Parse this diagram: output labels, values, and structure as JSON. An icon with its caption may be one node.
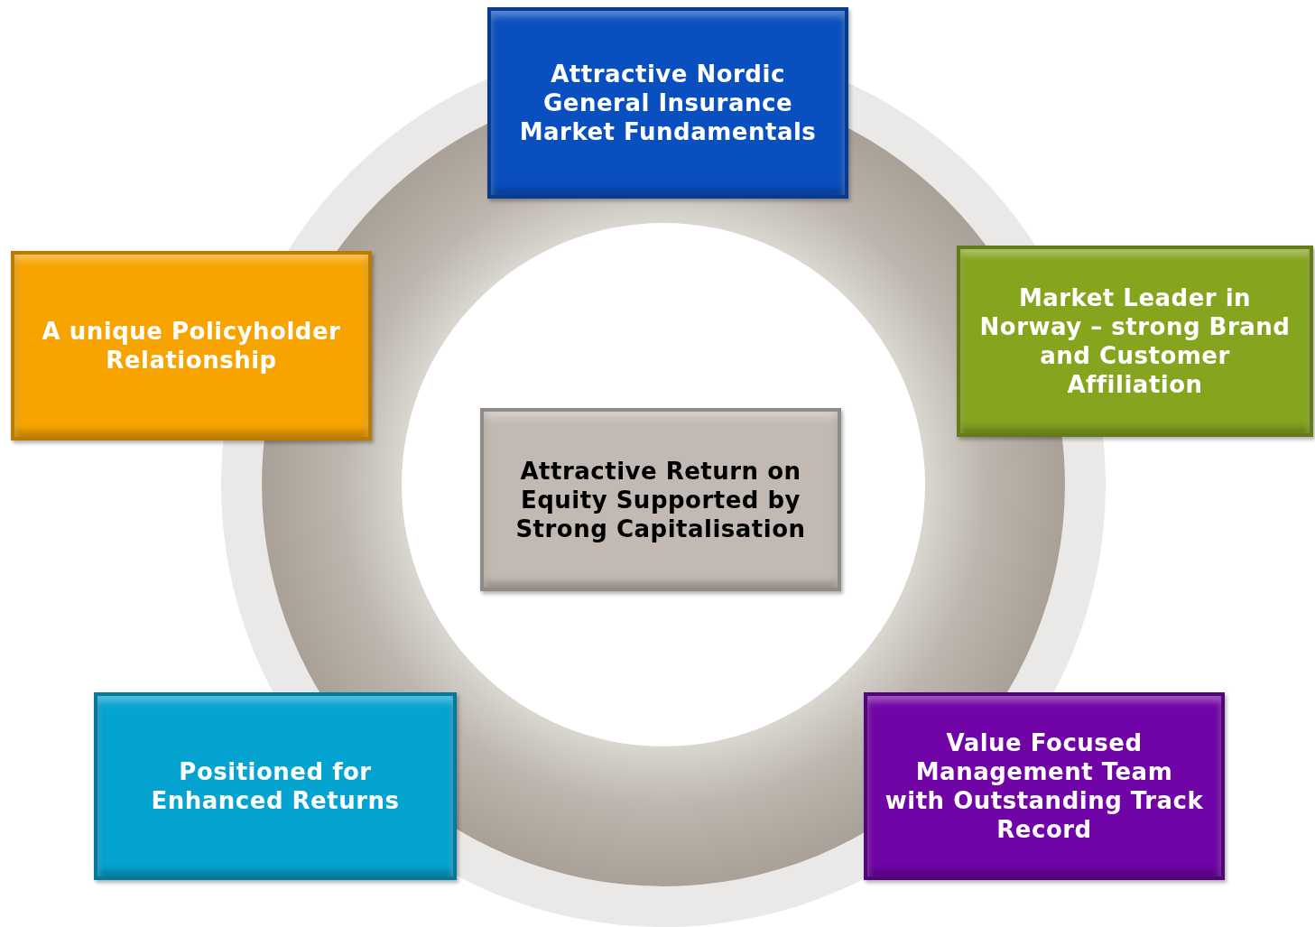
{
  "diagram": {
    "nodes": [
      {
        "text": [
          "Attractive Nordic General Insurance Market Fundamentals"
        ]
      },
      {
        "text": [
          "A unique Policyholder Relationship"
        ]
      },
      {
        "text": [
          "Market Leader in Norway – strong Brand and Customer Affiliation"
        ]
      },
      {
        "text": [
          "Attractive Return on Equity Supported by Strong Capitalisation"
        ]
      },
      {
        "text": [
          "Positioned for Enhanced Returns"
        ]
      },
      {
        "text": [
          "Value Focused Management Team with Outstanding Track Record"
        ]
      }
    ]
  }
}
